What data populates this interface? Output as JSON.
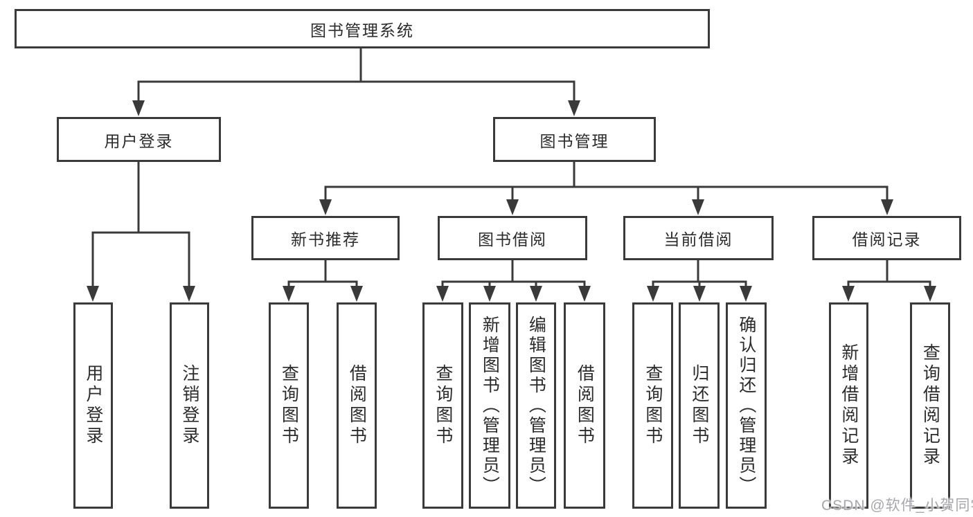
{
  "nodes": {
    "root": {
      "label": "图书管理系统"
    },
    "login": {
      "label": "用户登录"
    },
    "manage": {
      "label": "图书管理"
    },
    "recommend": {
      "label": "新书推荐"
    },
    "borrow": {
      "label": "图书借阅"
    },
    "current": {
      "label": "当前借阅"
    },
    "records": {
      "label": "借阅记录"
    },
    "leaf_login": {
      "label": "用户登录"
    },
    "leaf_logout": {
      "label": "注销登录"
    },
    "leaf_rec_query": {
      "label": "查询图书"
    },
    "leaf_rec_borrow": {
      "label": "借阅图书"
    },
    "leaf_bor_query": {
      "label": "查询图书"
    },
    "leaf_bor_add": {
      "label": "新增图书（管理员）"
    },
    "leaf_bor_edit": {
      "label": "编辑图书（管理员）"
    },
    "leaf_bor_borrow": {
      "label": "借阅图书"
    },
    "leaf_cur_query": {
      "label": "查询图书"
    },
    "leaf_cur_return": {
      "label": "归还图书"
    },
    "leaf_cur_confirm": {
      "label": "确认归还（管理员）"
    },
    "leaf_log_add": {
      "label": "新增借阅记录"
    },
    "leaf_log_query": {
      "label": "查询借阅记录"
    }
  },
  "hierarchy": [
    {
      "parent": "图书管理系统",
      "children": [
        "用户登录",
        "图书管理"
      ]
    },
    {
      "parent": "用户登录",
      "children": [
        "用户登录",
        "注销登录"
      ]
    },
    {
      "parent": "图书管理",
      "children": [
        "新书推荐",
        "图书借阅",
        "当前借阅",
        "借阅记录"
      ]
    },
    {
      "parent": "新书推荐",
      "children": [
        "查询图书",
        "借阅图书"
      ]
    },
    {
      "parent": "图书借阅",
      "children": [
        "查询图书",
        "新增图书（管理员）",
        "编辑图书（管理员）",
        "借阅图书"
      ]
    },
    {
      "parent": "当前借阅",
      "children": [
        "查询图书",
        "归还图书",
        "确认归还（管理员）"
      ]
    },
    {
      "parent": "借阅记录",
      "children": [
        "新增借阅记录",
        "查询借阅记录"
      ]
    }
  ],
  "watermark": {
    "text": "CSDN @软件_小贺同学"
  },
  "colors": {
    "line": "#3a3a3a",
    "text": "#2b2b2b",
    "background": "#ffffff",
    "watermark": "#a7a7ac"
  }
}
